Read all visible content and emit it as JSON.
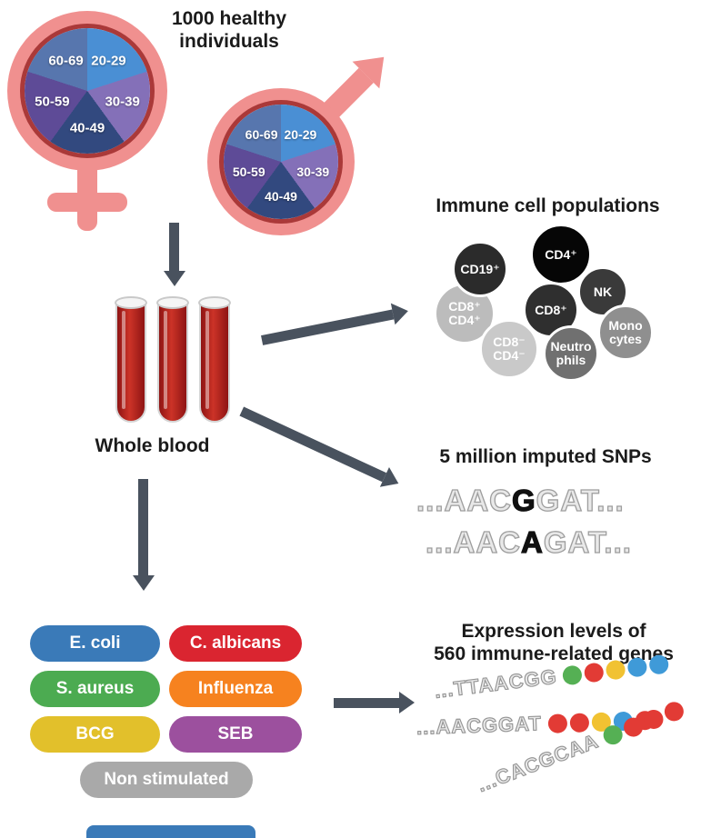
{
  "theme": {
    "pink": "#f0908f",
    "ring": "#aa3939",
    "arrow": "#49525e",
    "blood_dark": "#8e1414",
    "blood_light": "#cc3327",
    "glass": "#d5d5d5"
  },
  "header": {
    "cohort_title": "1000 healthy\nindividuals"
  },
  "age_pie": {
    "segments": [
      {
        "label": "20-29",
        "color": "#4a8fd4"
      },
      {
        "label": "30-39",
        "color": "#8470b8"
      },
      {
        "label": "40-49",
        "color": "#32497f"
      },
      {
        "label": "50-59",
        "color": "#5e4b97"
      },
      {
        "label": "60-69",
        "color": "#5776ae"
      }
    ]
  },
  "blood": {
    "label": "Whole blood"
  },
  "immune_cells": {
    "title": "Immune cell populations",
    "cells": [
      {
        "label": "CD19⁺",
        "color": "#2b2b2b"
      },
      {
        "label": "CD4⁺",
        "color": "#060606"
      },
      {
        "label": "NK",
        "color": "#3a3a3a"
      },
      {
        "label": "CD8⁺",
        "color": "#2f2f2f"
      },
      {
        "label": "CD8⁺\nCD4⁺",
        "color": "#bcbcbc"
      },
      {
        "label": "CD8⁻\nCD4⁻",
        "color": "#c9c9c9"
      },
      {
        "label": "Neutro\nphils",
        "color": "#707070"
      },
      {
        "label": "Mono\ncytes",
        "color": "#8f8f8f"
      }
    ]
  },
  "snps": {
    "title": "5 million imputed SNPs",
    "rows": [
      {
        "prefix": "...AAC",
        "variant": "G",
        "suffix": "GAT..."
      },
      {
        "prefix": "...AAC",
        "variant": "A",
        "suffix": "GAT..."
      }
    ]
  },
  "stimulations": {
    "items": [
      {
        "label": "E. coli",
        "color": "#3a7ab8"
      },
      {
        "label": "C. albicans",
        "color": "#da2530"
      },
      {
        "label": "S. aureus",
        "color": "#4cab51"
      },
      {
        "label": "Influenza",
        "color": "#f6821f"
      },
      {
        "label": "BCG",
        "color": "#e2c02b"
      },
      {
        "label": "SEB",
        "color": "#9c509e"
      },
      {
        "label": "Non stimulated",
        "color": "#a9a9a9"
      }
    ],
    "partial_color": "#3a7ab8"
  },
  "expression": {
    "title": "Expression levels of\n560 immune-related genes",
    "rows": [
      {
        "sequence": "...TTAACGG",
        "beads": [
          "#55b054",
          "#e23b35",
          "#f1c232",
          "#3f9ad8",
          "#3f9ad8"
        ]
      },
      {
        "sequence": "...AACGGAT",
        "beads": [
          "#e23b35",
          "#e23b35",
          "#f1c232",
          "#3f9ad8",
          "#e23b35"
        ]
      },
      {
        "sequence": "...CACGCAA",
        "beads": [
          "#55b054",
          "#e23b35",
          "#e23b35",
          "#e23b35"
        ]
      }
    ]
  }
}
